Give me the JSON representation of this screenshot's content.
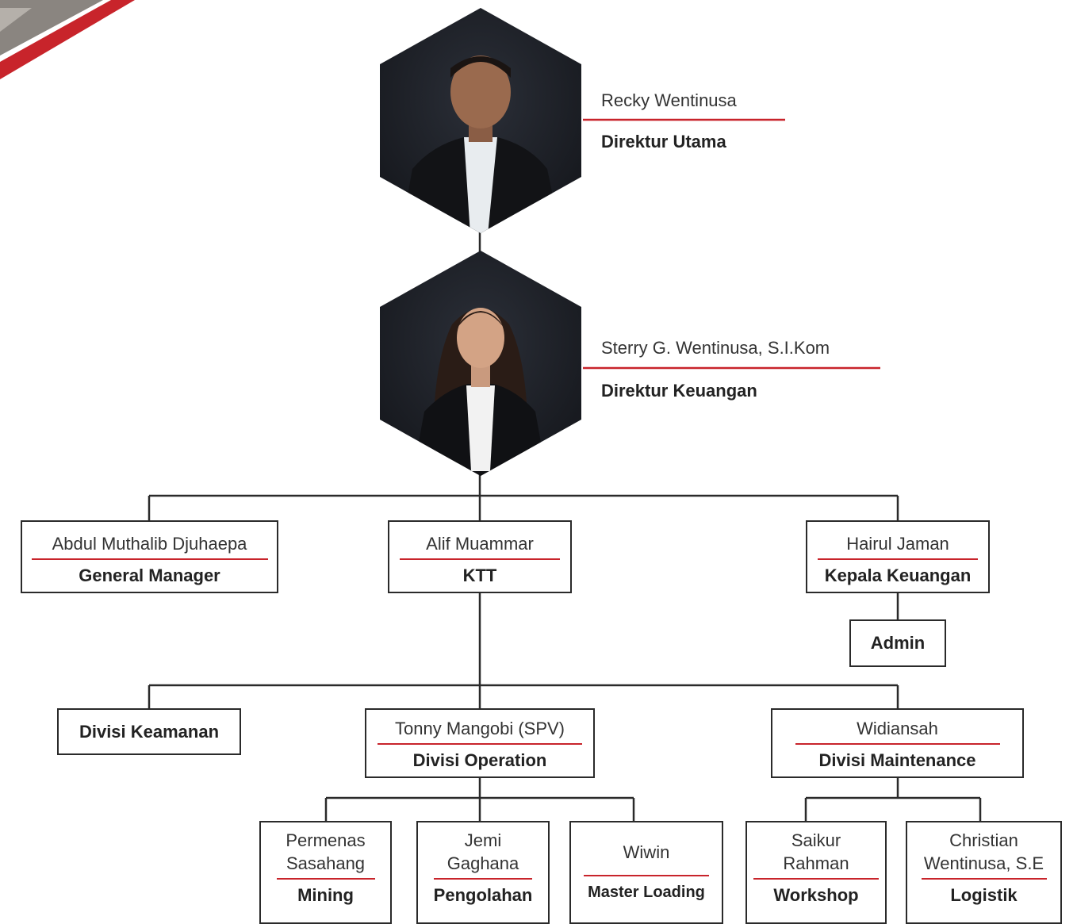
{
  "colors": {
    "accent": "#c8242b",
    "line": "#2a2a2a",
    "photo_bg": "#1c1f26"
  },
  "executives": [
    {
      "name": "Recky Wentinusa",
      "role": "Direktur Utama"
    },
    {
      "name": "Sterry G. Wentinusa, S.I.Kom",
      "role": "Direktur Keuangan"
    }
  ],
  "level1": {
    "gm": {
      "name": "Abdul Muthalib Djuhaepa",
      "role": "General Manager"
    },
    "ktt": {
      "name": "Alif Muammar",
      "role": "KTT"
    },
    "keuangan": {
      "name": "Hairul Jaman",
      "role": "Kepala Keuangan"
    },
    "admin": {
      "role": "Admin"
    }
  },
  "level2": {
    "keamanan": {
      "role": "Divisi Keamanan"
    },
    "operation": {
      "name": "Tonny Mangobi (SPV)",
      "role": "Divisi Operation"
    },
    "maintenance": {
      "name": "Widiansah",
      "role": "Divisi Maintenance"
    }
  },
  "level3": {
    "mining": {
      "name1": "Permenas",
      "name2": "Sasahang",
      "role": "Mining"
    },
    "pengolahan": {
      "name1": "Jemi",
      "name2": "Gaghana",
      "role": "Pengolahan"
    },
    "loading": {
      "name": "Wiwin",
      "role": "Master Loading"
    },
    "workshop": {
      "name1": "Saikur",
      "name2": "Rahman",
      "role": "Workshop"
    },
    "logistik": {
      "name1": "Christian",
      "name2": "Wentinusa, S.E",
      "role": "Logistik"
    }
  }
}
